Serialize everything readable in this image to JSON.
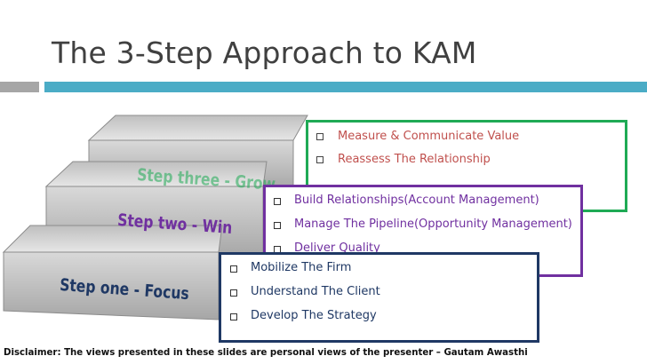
{
  "slide": {
    "title": "The 3-Step Approach to KAM",
    "accent_color": "#4bacc6",
    "disclaimer": "Disclaimer: The views presented in these slides are personal views of the presenter – Gautam Awasthi"
  },
  "steps": [
    {
      "label": "Step three - Grow",
      "color": "#1faa55",
      "items": [
        "Measure & Communicate Value",
        "Reassess The Relationship"
      ]
    },
    {
      "label": "Step two - Win",
      "color": "#7030a0",
      "items": [
        "Build Relationships(Account Management)",
        "Manage The Pipeline(Opportunity Management)",
        "Deliver Quality"
      ]
    },
    {
      "label": "Step one - Focus",
      "color": "#1f3864",
      "items": [
        "Mobilize The Firm",
        "Understand The Client",
        "Develop The Strategy"
      ]
    }
  ]
}
